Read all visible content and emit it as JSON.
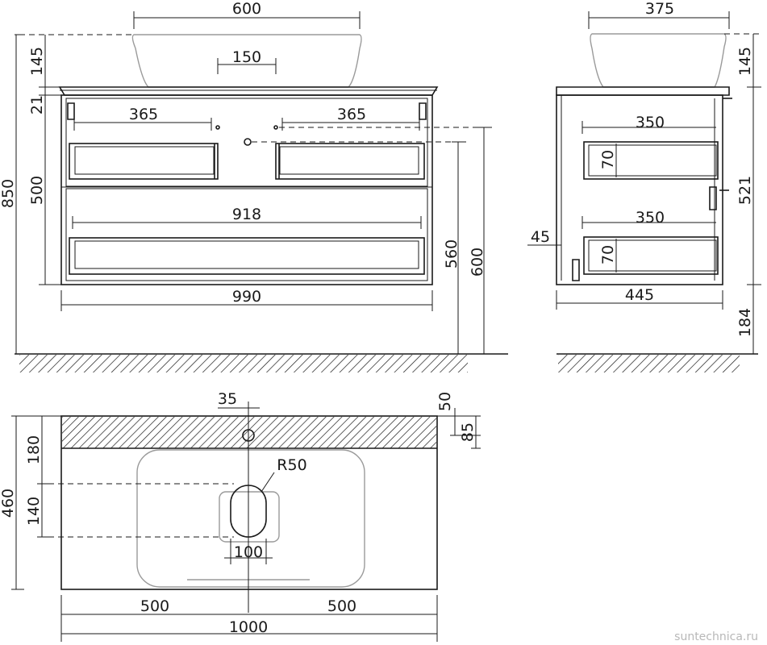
{
  "front_view": {
    "basin_width": "600",
    "drain_width": "150",
    "drawer_left_width": "365",
    "drawer_right_width": "365",
    "lower_drawer_width": "918",
    "cabinet_width": "990",
    "basin_height": "145",
    "top_thickness": "21",
    "cabinet_height": "500",
    "total_height": "850",
    "outlet_height_low": "560",
    "outlet_height_high": "600"
  },
  "side_view": {
    "basin_depth": "375",
    "upper_drawer_depth": "350",
    "lower_drawer_depth": "350",
    "upper_drawer_height": "70",
    "lower_drawer_height": "70",
    "side_offset": "45",
    "cabinet_depth": "445",
    "basin_height": "145",
    "mount_height": "521",
    "floor_gap": "184"
  },
  "top_view": {
    "hole_offset": "35",
    "top_edge_50": "50",
    "top_edge_85": "85",
    "back_strip": "180",
    "depth": "460",
    "drain_zone": "140",
    "radius": "R50",
    "drain_width": "100",
    "left_half": "500",
    "right_half": "500",
    "total_width": "1000"
  },
  "watermark": "suntechnica.ru"
}
